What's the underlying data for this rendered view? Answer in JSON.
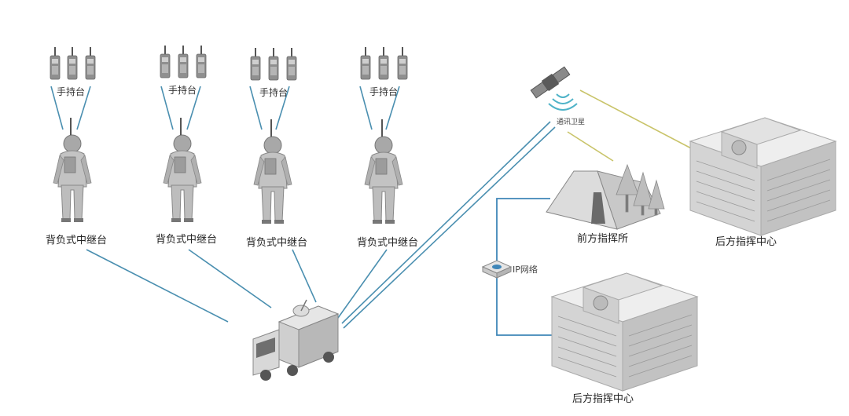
{
  "units": [
    {
      "handheld_label": "手持台",
      "relay_label": "背负式中继台"
    },
    {
      "handheld_label": "手持台",
      "relay_label": "背负式中继台"
    },
    {
      "handheld_label": "手持台",
      "relay_label": "背负式中继台"
    },
    {
      "handheld_label": "手持台",
      "relay_label": "背负式中继台"
    }
  ],
  "satellite": {
    "label": "通讯卫星"
  },
  "forward_command": {
    "label": "前方指挥所"
  },
  "rear_command_top": {
    "label": "后方指挥中心"
  },
  "rear_command_bottom": {
    "label": "后方指挥中心"
  },
  "ip_network": {
    "label": "IP网络"
  },
  "colors": {
    "radio_link": "#4a8fb0",
    "satellite_link": "#c9c46a",
    "ip_link": "#3f86b8",
    "equipment_gray": "#9a9a9a"
  }
}
